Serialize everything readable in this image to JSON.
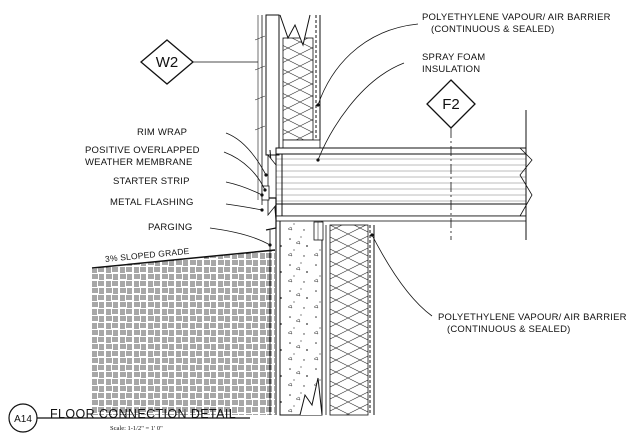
{
  "section_marks": {
    "w2": "W2",
    "f2": "F2",
    "detail": "A14"
  },
  "title": "FLOOR CONNECTION DETAIL",
  "scale": "Scale: 1-1/2\" = 1' 0\"",
  "labels": {
    "vapour_top_1": "POLYETHYLENE VAPOUR/ AIR BARRIER",
    "vapour_top_2": "(CONTINUOUS & SEALED)",
    "spray_foam_1": "SPRAY FOAM",
    "spray_foam_2": "INSULATION",
    "rim_wrap": "RIM WRAP",
    "membrane_1": "POSITIVE OVERLAPPED",
    "membrane_2": "WEATHER MEMBRANE",
    "starter_strip": "STARTER STRIP",
    "metal_flashing": "METAL FLASHING",
    "parging": "PARGING",
    "grade": "3% SLOPED GRADE",
    "vapour_bot_1": "POLYETHYLENE VAPOUR/ AIR BARRIER",
    "vapour_bot_2": "(CONTINUOUS & SEALED)"
  }
}
